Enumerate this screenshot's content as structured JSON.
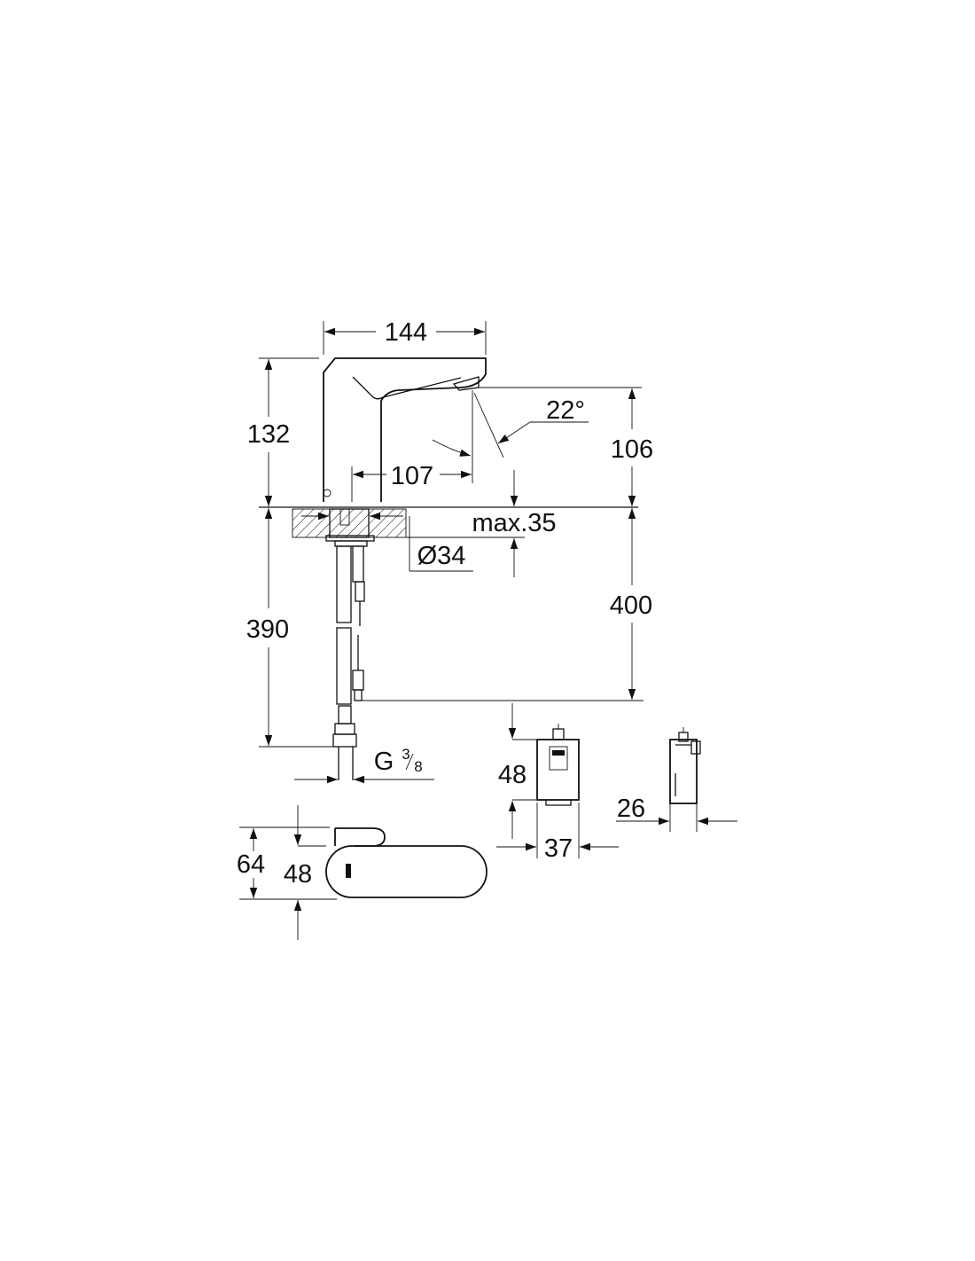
{
  "dimensions": {
    "spout_length": "144",
    "height_above_deck": "132",
    "outlet_height": "106",
    "spout_angle": "22°",
    "reach": "107",
    "max_deck_thickness": "max.35",
    "hole_diameter": "Ø34",
    "hose_length": "390",
    "cable_length": "400",
    "connection": "G",
    "connection_num": "3",
    "connection_den": "8",
    "box_height": "48",
    "box_width": "37",
    "box_depth": "26",
    "plan_depth": "64",
    "plan_body": "48"
  }
}
